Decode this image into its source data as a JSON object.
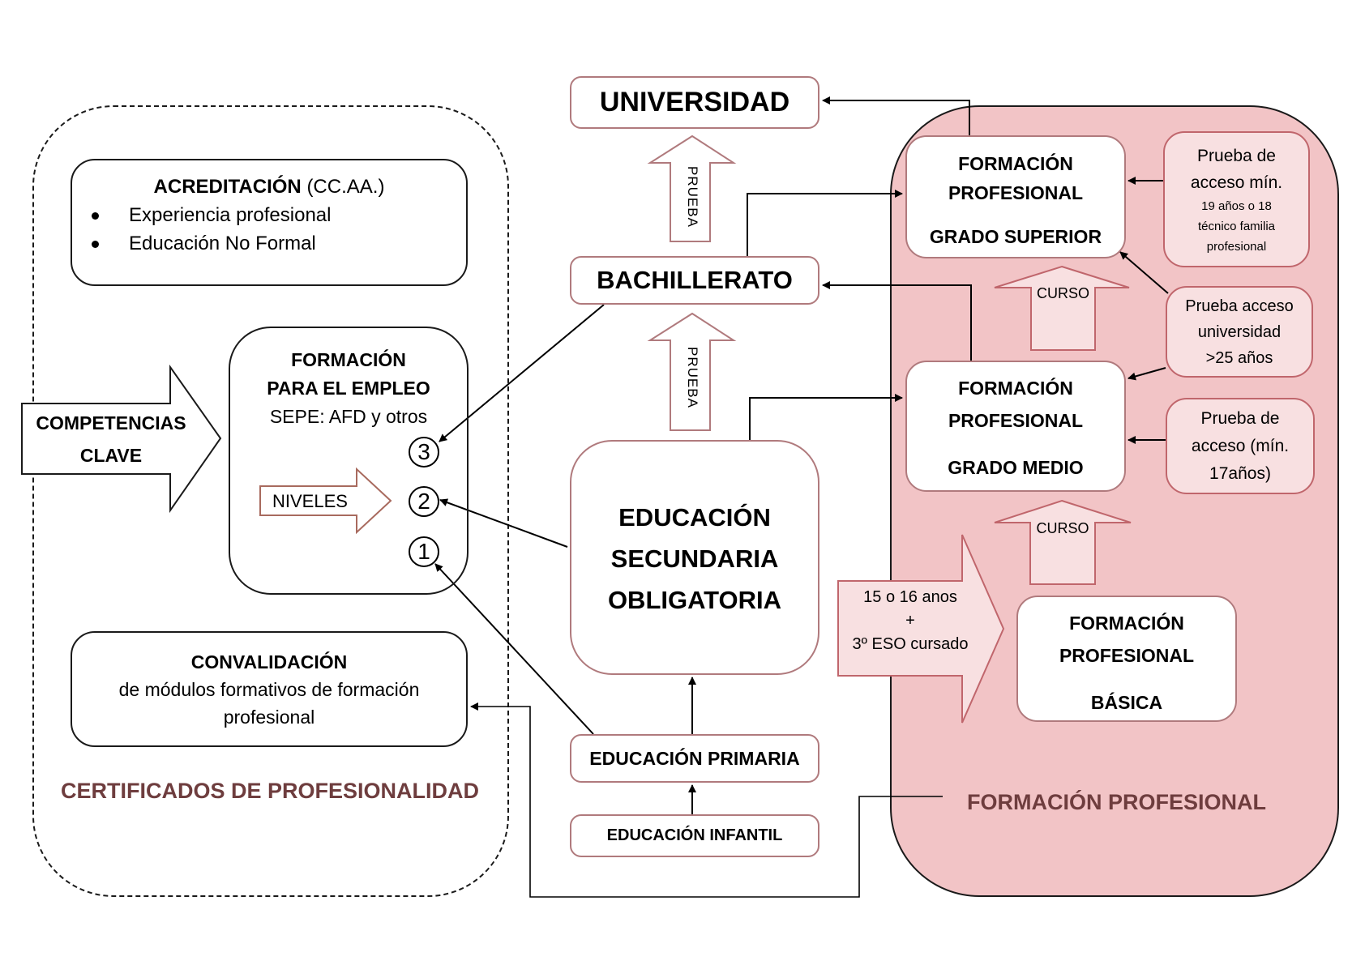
{
  "colors": {
    "fp_fill": "#f2c4c6",
    "fp_light_fill": "#f8e0e1",
    "red_border": "#b07a7d",
    "title_brown": "#6e3d3e"
  },
  "certificados": {
    "section_title": "CERTIFICADOS DE PROFESIONALIDAD",
    "acreditacion": {
      "title": "ACREDITACIÓN",
      "title_suffix": "(CC.AA.)",
      "items": [
        "Experiencia profesional",
        "Educación No Formal"
      ]
    },
    "competencias_arrow": {
      "line1": "COMPETENCIAS",
      "line2": "CLAVE"
    },
    "formacion_empleo": {
      "line1": "FORMACIÓN",
      "line2": "PARA EL EMPLEO",
      "line3": "SEPE: AFD y otros",
      "niveles_label": "NIVELES",
      "levels": [
        "3",
        "2",
        "1"
      ]
    },
    "convalidacion": {
      "title": "CONVALIDACIÓN",
      "line2": "de módulos formativos de formación",
      "line3": "profesional"
    }
  },
  "sistema_educativo": {
    "universidad": "UNIVERSIDAD",
    "prueba_arrow_1": "PRUEBA",
    "bachillerato": "BACHILLERATO",
    "prueba_arrow_2": "PRUEBA",
    "eso": {
      "line1": "EDUCACIÓN",
      "line2": "SECUNDARIA",
      "line3": "OBLIGATORIA"
    },
    "primaria": "EDUCACIÓN PRIMARIA",
    "infantil": "EDUCACIÓN INFANTIL"
  },
  "formacion_profesional": {
    "section_title": "FORMACIÓN PROFESIONAL",
    "grado_superior": {
      "line1": "FORMACIÓN",
      "line2": "PROFESIONAL",
      "line3": "GRADO SUPERIOR"
    },
    "grado_medio": {
      "line1": "FORMACIÓN",
      "line2": "PROFESIONAL",
      "line3": "GRADO MEDIO"
    },
    "basica": {
      "line1": "FORMACIÓN",
      "line2": "PROFESIONAL",
      "line3": "BÁSICA"
    },
    "curso_arrow_1": "CURSO",
    "curso_arrow_2": "CURSO",
    "prueba_gs": {
      "line1": "Prueba de",
      "line2": "acceso mín.",
      "line3": "19 años o 18",
      "line4": "técnico familia",
      "line5": "profesional"
    },
    "prueba_univ": {
      "line1": "Prueba acceso",
      "line2": "universidad",
      "line3": ">25 años"
    },
    "prueba_gm": {
      "line1": "Prueba de",
      "line2": "acceso (mín.",
      "line3": "17años)"
    },
    "acceso_basica": {
      "line1": "15 o 16 anos",
      "line2": "+",
      "line3": "3º ESO cursado"
    }
  }
}
